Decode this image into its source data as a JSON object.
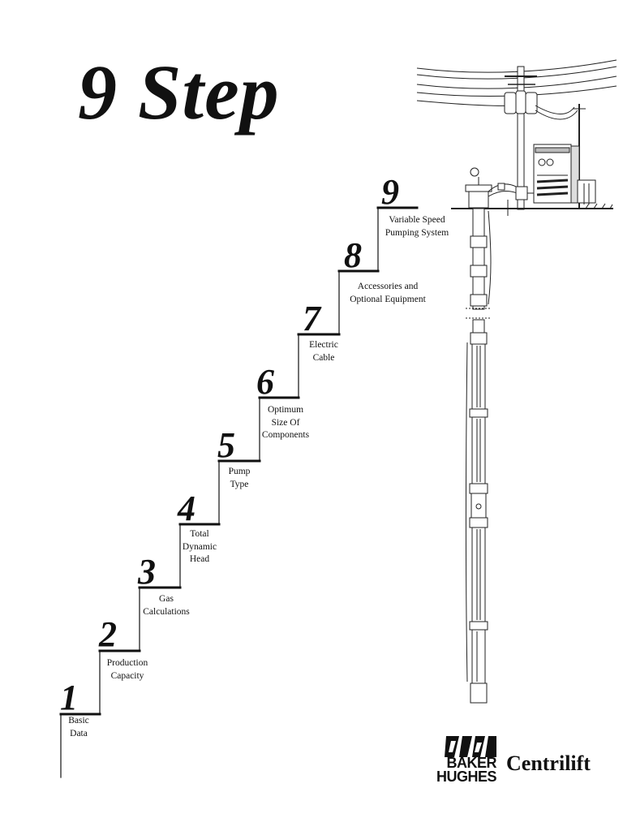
{
  "title": "9 Step",
  "steps": [
    {
      "number": "1",
      "label": "Basic\nData"
    },
    {
      "number": "2",
      "label": "Production\nCapacity"
    },
    {
      "number": "3",
      "label": "Gas\nCalculations"
    },
    {
      "number": "4",
      "label": "Total\nDynamic\nHead"
    },
    {
      "number": "5",
      "label": "Pump\nType"
    },
    {
      "number": "6",
      "label": "Optimum\nSize Of\nComponents"
    },
    {
      "number": "7",
      "label": "Electric\nCable"
    },
    {
      "number": "8",
      "label": "Accessories and\nOptional Equipment"
    },
    {
      "number": "9",
      "label": "Variable Speed\nPumping System"
    }
  ],
  "logo": {
    "company_line1": "BAKER",
    "company_line2": "HUGHES",
    "brand": "Centrilift"
  }
}
